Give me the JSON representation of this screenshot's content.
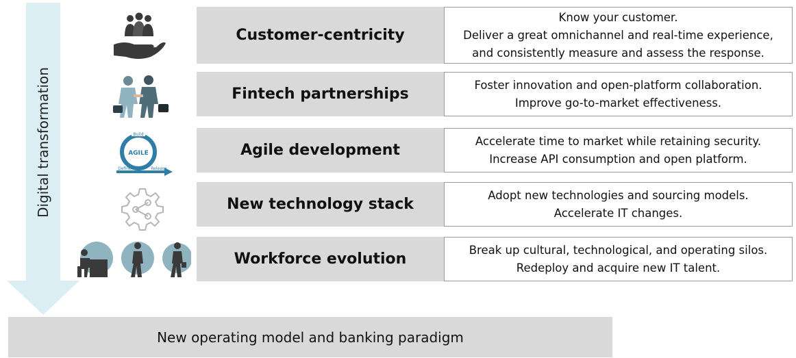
{
  "side_label": "Digital transformation",
  "rows": [
    {
      "icon": "people-in-hand-icon",
      "title": "Customer-centricity",
      "lines": [
        "Know your customer.",
        "Deliver a great omnichannel and real-time experience,",
        "and consistently measure and assess the response."
      ]
    },
    {
      "icon": "handshake-icon",
      "title": "Fintech partnerships",
      "lines": [
        "Foster innovation and open-platform collaboration.",
        "Improve go-to-market effectiveness."
      ]
    },
    {
      "icon": "agile-cycle-icon",
      "title": "Agile development",
      "icon_text": {
        "center": "AGILE",
        "top": "Build",
        "left": "Define",
        "right": "Release"
      },
      "lines": [
        "Accelerate time to market while retaining security.",
        "Increase API consumption and open platform."
      ]
    },
    {
      "icon": "gear-share-icon",
      "title": "New technology stack",
      "lines": [
        "Adopt new technologies and sourcing models.",
        "Accelerate IT changes."
      ]
    },
    {
      "icon": "workforce-icon",
      "title": "Workforce evolution",
      "lines": [
        "Break up cultural, technological, and operating silos.",
        "Redeploy and acquire new IT talent."
      ]
    }
  ],
  "bottom_label": "New operating model and banking paradigm",
  "colors": {
    "arrow": "#dbeef4",
    "label_fill": "#d9d9d9",
    "desc_border": "#9a9a9a",
    "icon_teal": "#8fb3bf",
    "icon_dark": "#3a3a3a",
    "agile_blue": "#2f7ea8"
  }
}
